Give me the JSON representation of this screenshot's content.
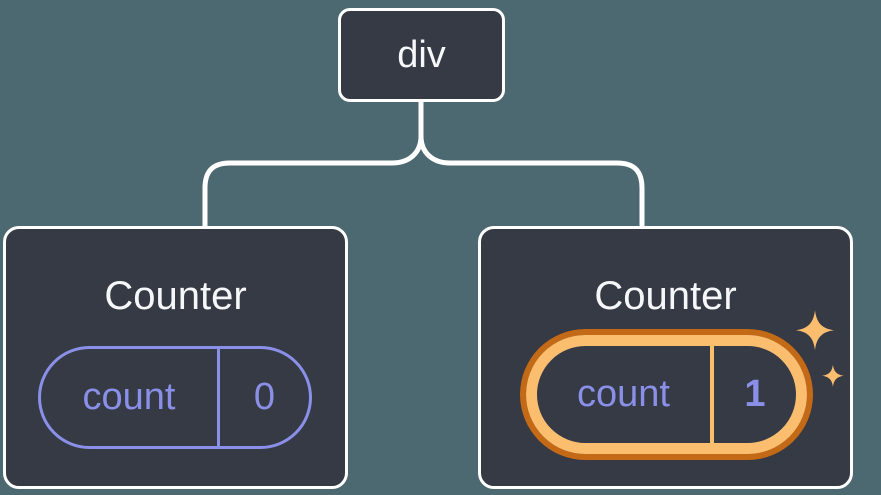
{
  "tree": {
    "root": {
      "label": "div"
    },
    "children": [
      {
        "title": "Counter",
        "state": {
          "key": "count",
          "value": "0"
        },
        "highlighted": false
      },
      {
        "title": "Counter",
        "state": {
          "key": "count",
          "value": "1"
        },
        "highlighted": true,
        "icon": "sparkles-icon"
      }
    ]
  },
  "colors": {
    "background": "#4C6870",
    "node_fill": "#353A45",
    "node_border": "#FFFFFF",
    "connector": "#FFFFFF",
    "state_accent": "#8A8FE8",
    "highlight_outer": "#C46A16",
    "highlight_inner": "#FBBD6E",
    "text": "#F6F7F9"
  }
}
